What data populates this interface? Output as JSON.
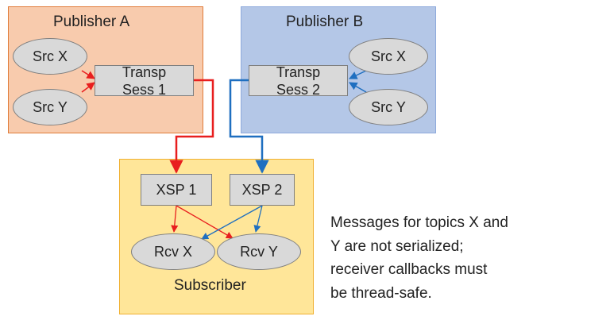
{
  "publisher_a": {
    "title": "Publisher A",
    "sources": [
      "Src X",
      "Src Y"
    ],
    "session": {
      "line1": "Transp",
      "line2": "Sess 1"
    }
  },
  "publisher_b": {
    "title": "Publisher B",
    "sources": [
      "Src X",
      "Src Y"
    ],
    "session": {
      "line1": "Transp",
      "line2": "Sess 2"
    }
  },
  "subscriber": {
    "title": "Subscriber",
    "xsp": [
      "XSP 1",
      "XSP 2"
    ],
    "receivers": [
      "Rcv X",
      "Rcv Y"
    ]
  },
  "note": {
    "lines": [
      "Messages for topics X and",
      "Y are not serialized;",
      "receiver callbacks must",
      "be thread-safe."
    ]
  },
  "colors": {
    "publisher_a_fill": "#f8cbad",
    "publisher_a_border": "#e07b39",
    "publisher_b_fill": "#b4c7e7",
    "publisher_b_border": "#8faadc",
    "subscriber_fill": "#ffe699",
    "subscriber_border": "#f0b030",
    "path_a": "#e81e1e",
    "path_b": "#1f6fc0"
  }
}
